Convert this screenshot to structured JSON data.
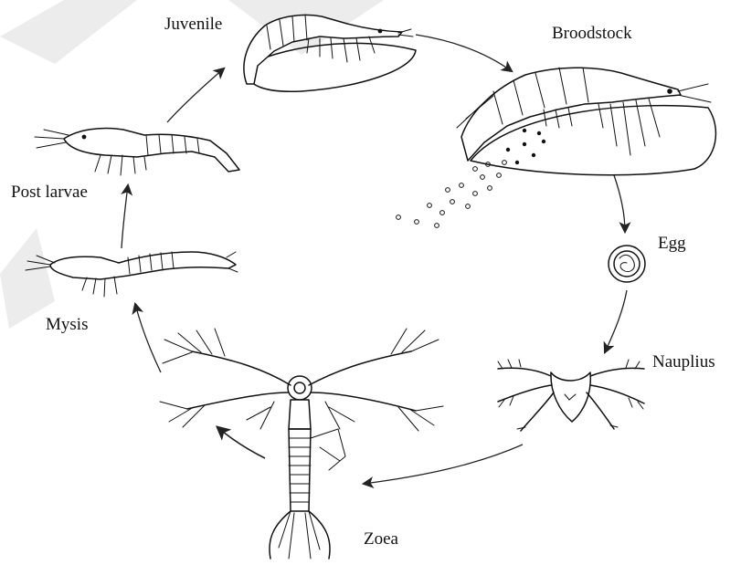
{
  "diagram": {
    "stages": [
      {
        "id": "juvenile",
        "label": "Juvenile"
      },
      {
        "id": "broodstock",
        "label": "Broodstock"
      },
      {
        "id": "egg",
        "label": "Egg"
      },
      {
        "id": "nauplius",
        "label": "Nauplius"
      },
      {
        "id": "zoea",
        "label": "Zoea"
      },
      {
        "id": "mysis",
        "label": "Mysis"
      },
      {
        "id": "post-larvae",
        "label": "Post larvae"
      }
    ]
  }
}
